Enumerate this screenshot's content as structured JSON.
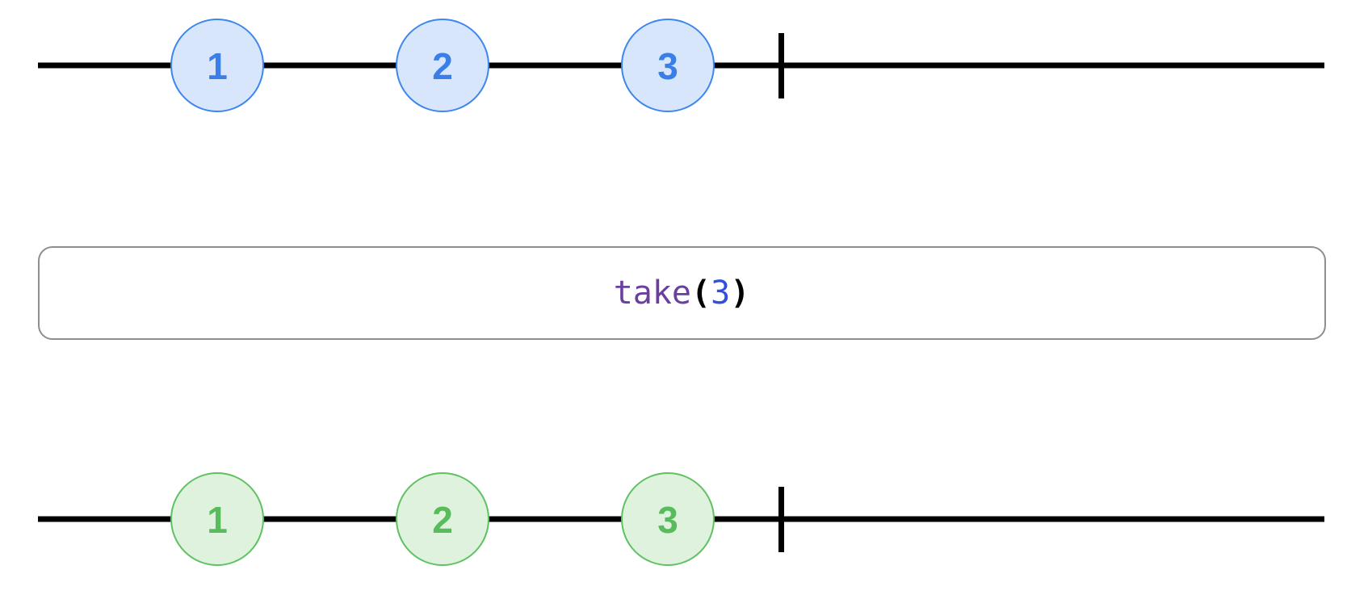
{
  "input_stream": {
    "marbles": [
      {
        "label": "1",
        "t": 1
      },
      {
        "label": "2",
        "t": 2
      },
      {
        "label": "3",
        "t": 3
      }
    ],
    "completion_t": 3.5,
    "colors": {
      "fill": "#d8e6fc",
      "stroke": "#3d86ef",
      "text": "#3a7fe8"
    }
  },
  "operator": {
    "name": "take",
    "open_paren": "(",
    "argument": "3",
    "close_paren": ")",
    "colors": {
      "name": "#6a3fa0",
      "argument": "#2f4fe0",
      "paren": "#000000"
    }
  },
  "output_stream": {
    "marbles": [
      {
        "label": "1",
        "t": 1
      },
      {
        "label": "2",
        "t": 2
      },
      {
        "label": "3",
        "t": 3
      }
    ],
    "completion_t": 3.5,
    "colors": {
      "fill": "#dff2de",
      "stroke": "#5fc162",
      "text": "#59bc5c"
    }
  }
}
